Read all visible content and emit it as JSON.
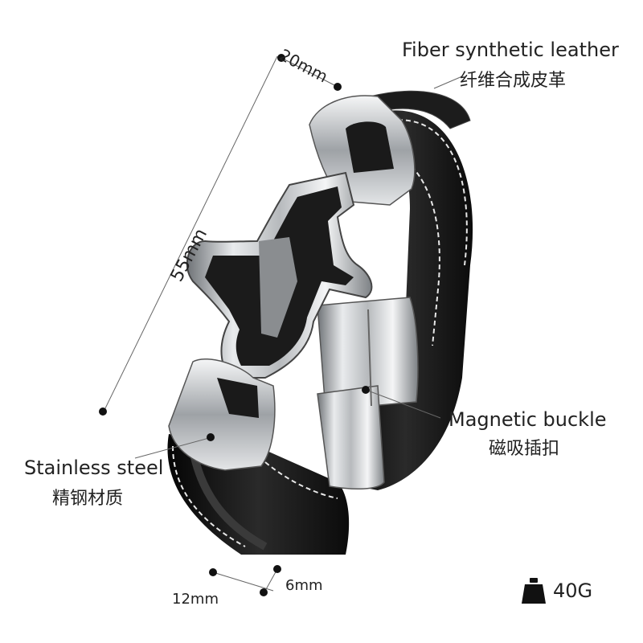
{
  "dimensions": {
    "width_top": "20mm",
    "length": "55mm",
    "band_width": "12mm",
    "band_thickness": "6mm"
  },
  "callouts": {
    "material_leather": {
      "en": "Fiber synthetic leather",
      "cn": "纤维合成皮革"
    },
    "clasp": {
      "en": "Magnetic buckle",
      "cn": "磁吸插扣"
    },
    "metal": {
      "en": "Stainless steel",
      "cn": "精钢材质"
    }
  },
  "weight": {
    "value": "40G",
    "icon": "weight-icon"
  },
  "colors": {
    "leather": "#111111",
    "stitch": "#e8e8e8",
    "steel": "#c9cbcd"
  }
}
